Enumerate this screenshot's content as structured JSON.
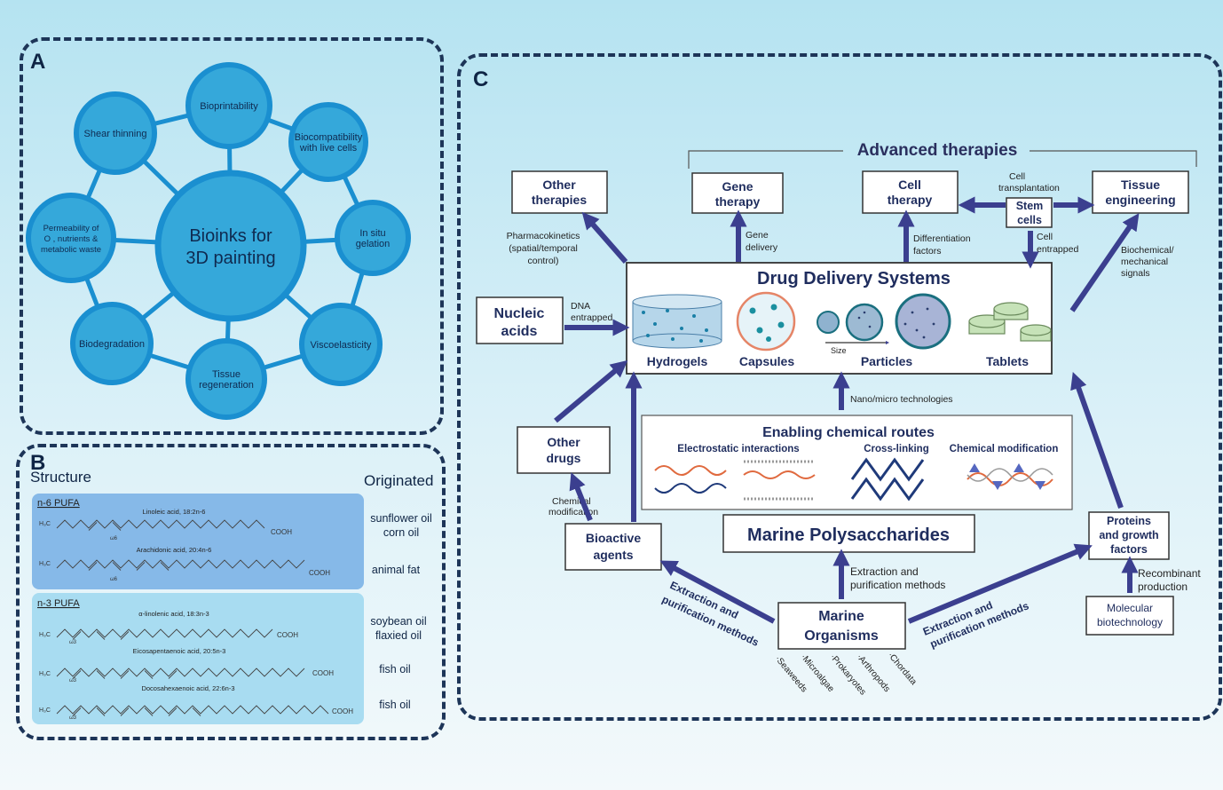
{
  "panels": {
    "a": "A",
    "b": "B",
    "c": "C"
  },
  "panel_a": {
    "center": [
      "Bioinks for",
      "3D painting"
    ],
    "nodes": [
      {
        "lines": [
          "Bioprintability"
        ]
      },
      {
        "lines": [
          "Biocompatibility",
          "with live cells"
        ]
      },
      {
        "lines": [
          "In situ",
          "gelation"
        ]
      },
      {
        "lines": [
          "Viscoelasticity"
        ]
      },
      {
        "lines": [
          "Tissue",
          "regeneration"
        ]
      },
      {
        "lines": [
          "Biodegradation"
        ]
      },
      {
        "lines": [
          "Permeability of",
          "O , nutrients &",
          "metabolic waste"
        ]
      },
      {
        "lines": [
          "Shear thinning"
        ]
      }
    ]
  },
  "panel_b": {
    "structure": "Structure",
    "originated": "Originated",
    "n6": {
      "title": "n-6 PUFA",
      "acids": [
        {
          "name": "Linoleic acid, 18:2n-6",
          "omega": "ω6"
        },
        {
          "name": "Arachidonic acid, 20:4n-6",
          "omega": "ω6"
        }
      ],
      "sources": [
        [
          "sunflower oil",
          "corn oil"
        ],
        [
          "animal fat"
        ]
      ]
    },
    "n3": {
      "title": "n-3 PUFA",
      "acids": [
        {
          "name": "α-linolenic acid, 18:3n-3",
          "omega": "ω3"
        },
        {
          "name": "Eicosapentaenoic acid, 20:5n-3",
          "omega": "ω3"
        },
        {
          "name": "Docosahexaenoic acid, 22:6n-3",
          "omega": "ω3"
        }
      ],
      "sources": [
        [
          "soybean oil",
          "flaxied oil"
        ],
        [
          "fish oil"
        ],
        [
          "fish oil"
        ]
      ]
    },
    "h3c": "H₃C",
    "cooh": "COOH"
  },
  "panel_c": {
    "advanced": "Advanced therapies",
    "other_therapies": [
      "Other",
      "therapies"
    ],
    "gene_therapy": [
      "Gene",
      "therapy"
    ],
    "cell_therapy": [
      "Cell",
      "therapy"
    ],
    "stem_cells": [
      "Stem",
      "cells"
    ],
    "tissue_eng": [
      "Tissue",
      "engineering"
    ],
    "cell_transplantation": [
      "Cell",
      "transplantation"
    ],
    "pharmacokinetics": [
      "Pharmacokinetics",
      "(spatial/temporal",
      "control)"
    ],
    "gene_delivery": [
      "Gene",
      "delivery"
    ],
    "differentiation": [
      "Differentiation",
      "factors"
    ],
    "cell_entrapped": [
      "Cell",
      "entrapped"
    ],
    "biochemical": [
      "Biochemical/",
      "mechanical",
      "signals"
    ],
    "dds_title": "Drug Delivery Systems",
    "hydrogels": "Hydrogels",
    "capsules": "Capsules",
    "particles": "Particles",
    "tablets": "Tablets",
    "size": "Size",
    "nucleic": [
      "Nucleic",
      "acids"
    ],
    "dna": [
      "DNA",
      "entrapped"
    ],
    "nano": "Nano/micro technologies",
    "other_drugs": [
      "Other",
      "drugs"
    ],
    "enabling": "Enabling chemical routes",
    "electrostatic": "Electrostatic interactions",
    "crosslinking": "Cross-linking",
    "chem_mod_route": "Chemical modification",
    "chemical_mod": [
      "Chemical",
      "modification"
    ],
    "bioactive": [
      "Bioactive",
      "agents"
    ],
    "marine_poly": "Marine Polysaccharides",
    "proteins": [
      "Proteins",
      "and growth",
      "factors"
    ],
    "extraction_mid": [
      "Extraction and",
      "purification methods"
    ],
    "extraction_left": [
      "Extraction and",
      "purification methods"
    ],
    "extraction_right": [
      "Extraction and",
      "purification methods"
    ],
    "recombinant": [
      "Recombinant",
      "production"
    ],
    "molecular": [
      "Molecular",
      "biotechnology"
    ],
    "marine_org": [
      "Marine",
      "Organisms"
    ],
    "organisms": [
      "·Seaweeds",
      "·Microalgae",
      "·Prokaryotes",
      "·Arthropods",
      "·Chordata"
    ]
  },
  "colors": {
    "navy": "#1d3558",
    "arrow": "#3b3f8f",
    "node_fill": "#35a8da",
    "node_stroke": "#1a8fd0"
  }
}
